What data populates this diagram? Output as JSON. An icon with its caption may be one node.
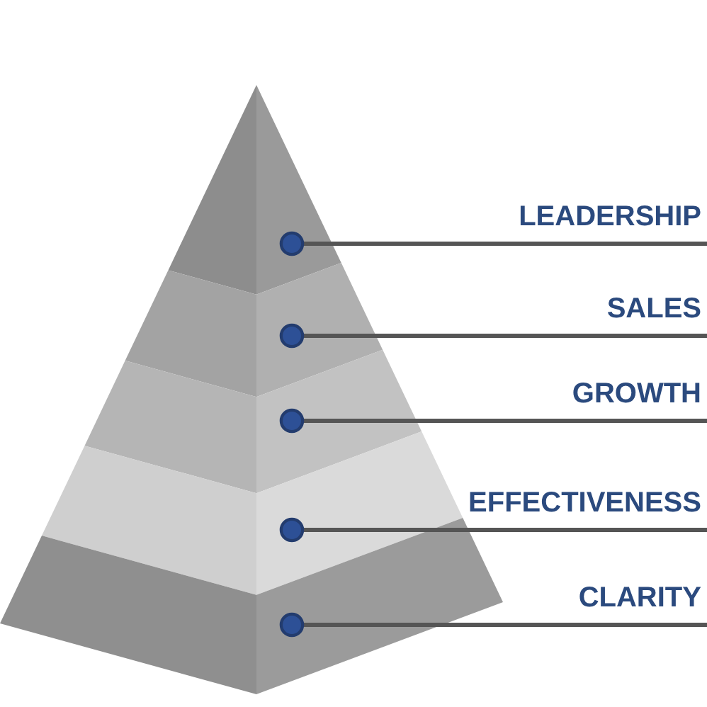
{
  "diagram": {
    "nodes": [
      {
        "text": [],
        "shape": "band"
      },
      {
        "text": [],
        "shape": "band"
      },
      {
        "text": [],
        "shape": "band"
      },
      {
        "text": [],
        "shape": "band"
      },
      {
        "text": [],
        "shape": "band"
      },
      {
        "text": [
          "LEADERSHIP"
        ]
      },
      {
        "text": [
          "SALES"
        ]
      },
      {
        "text": [
          "GROWTH"
        ]
      },
      {
        "text": [
          "EFFECTIVENESS"
        ]
      },
      {
        "text": [
          "CLARITY"
        ]
      }
    ],
    "edges": [
      {
        "from": 5,
        "to": 0,
        "arrow": "other"
      },
      {
        "from": 6,
        "to": 1,
        "arrow": "other"
      },
      {
        "from": 7,
        "to": 2,
        "arrow": "other"
      },
      {
        "from": 8,
        "to": 3,
        "arrow": "other"
      },
      {
        "from": 9,
        "to": 4,
        "arrow": "other"
      }
    ]
  }
}
